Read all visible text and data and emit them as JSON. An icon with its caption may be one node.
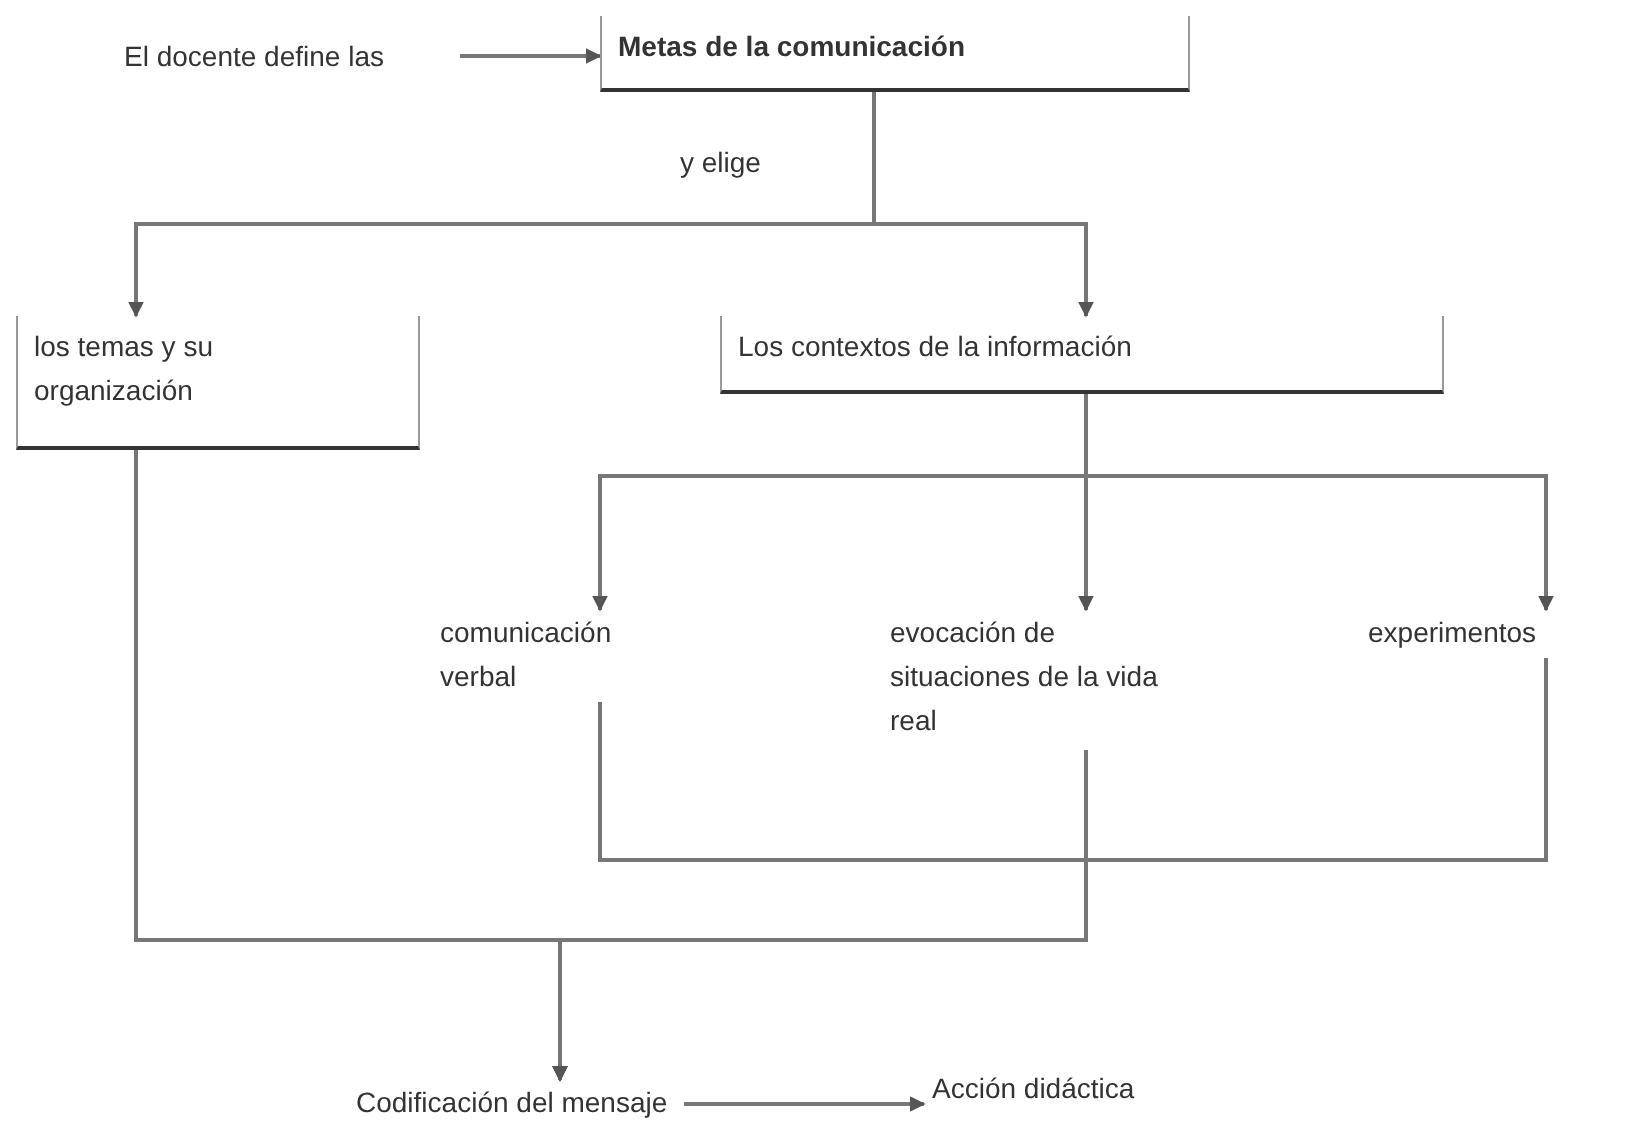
{
  "diagram": {
    "nodes": [
      {
        "text": [
          "El docente define las"
        ]
      },
      {
        "text": [
          "Metas de la comunicación"
        ]
      },
      {
        "text": [
          "los temas y su organización"
        ]
      },
      {
        "text": [
          "Los contextos de la información"
        ]
      },
      {
        "text": [
          "comunicación verbal"
        ]
      },
      {
        "text": [
          "evocación de situaciones de la vida real"
        ]
      },
      {
        "text": [
          "experimentos"
        ]
      },
      {
        "text": [
          "Codificación del mensaje"
        ]
      },
      {
        "text": [
          "Acción didáctica"
        ]
      }
    ],
    "edges": [
      {
        "from": 0,
        "to": 1,
        "arrow": "to"
      },
      {
        "from": 1,
        "to": 2,
        "arrow": "to",
        "label": "y elige"
      },
      {
        "from": 1,
        "to": 3,
        "arrow": "to"
      },
      {
        "from": 3,
        "to": 4,
        "arrow": "to"
      },
      {
        "from": 3,
        "to": 5,
        "arrow": "to"
      },
      {
        "from": 3,
        "to": 6,
        "arrow": "to"
      },
      {
        "from": 2,
        "to": 7,
        "arrow": "to"
      },
      {
        "from": 4,
        "to": 7,
        "arrow": "to"
      },
      {
        "from": 5,
        "to": 7,
        "arrow": "to"
      },
      {
        "from": 6,
        "to": 7,
        "arrow": "to"
      },
      {
        "from": 7,
        "to": 8,
        "arrow": "to"
      }
    ]
  }
}
